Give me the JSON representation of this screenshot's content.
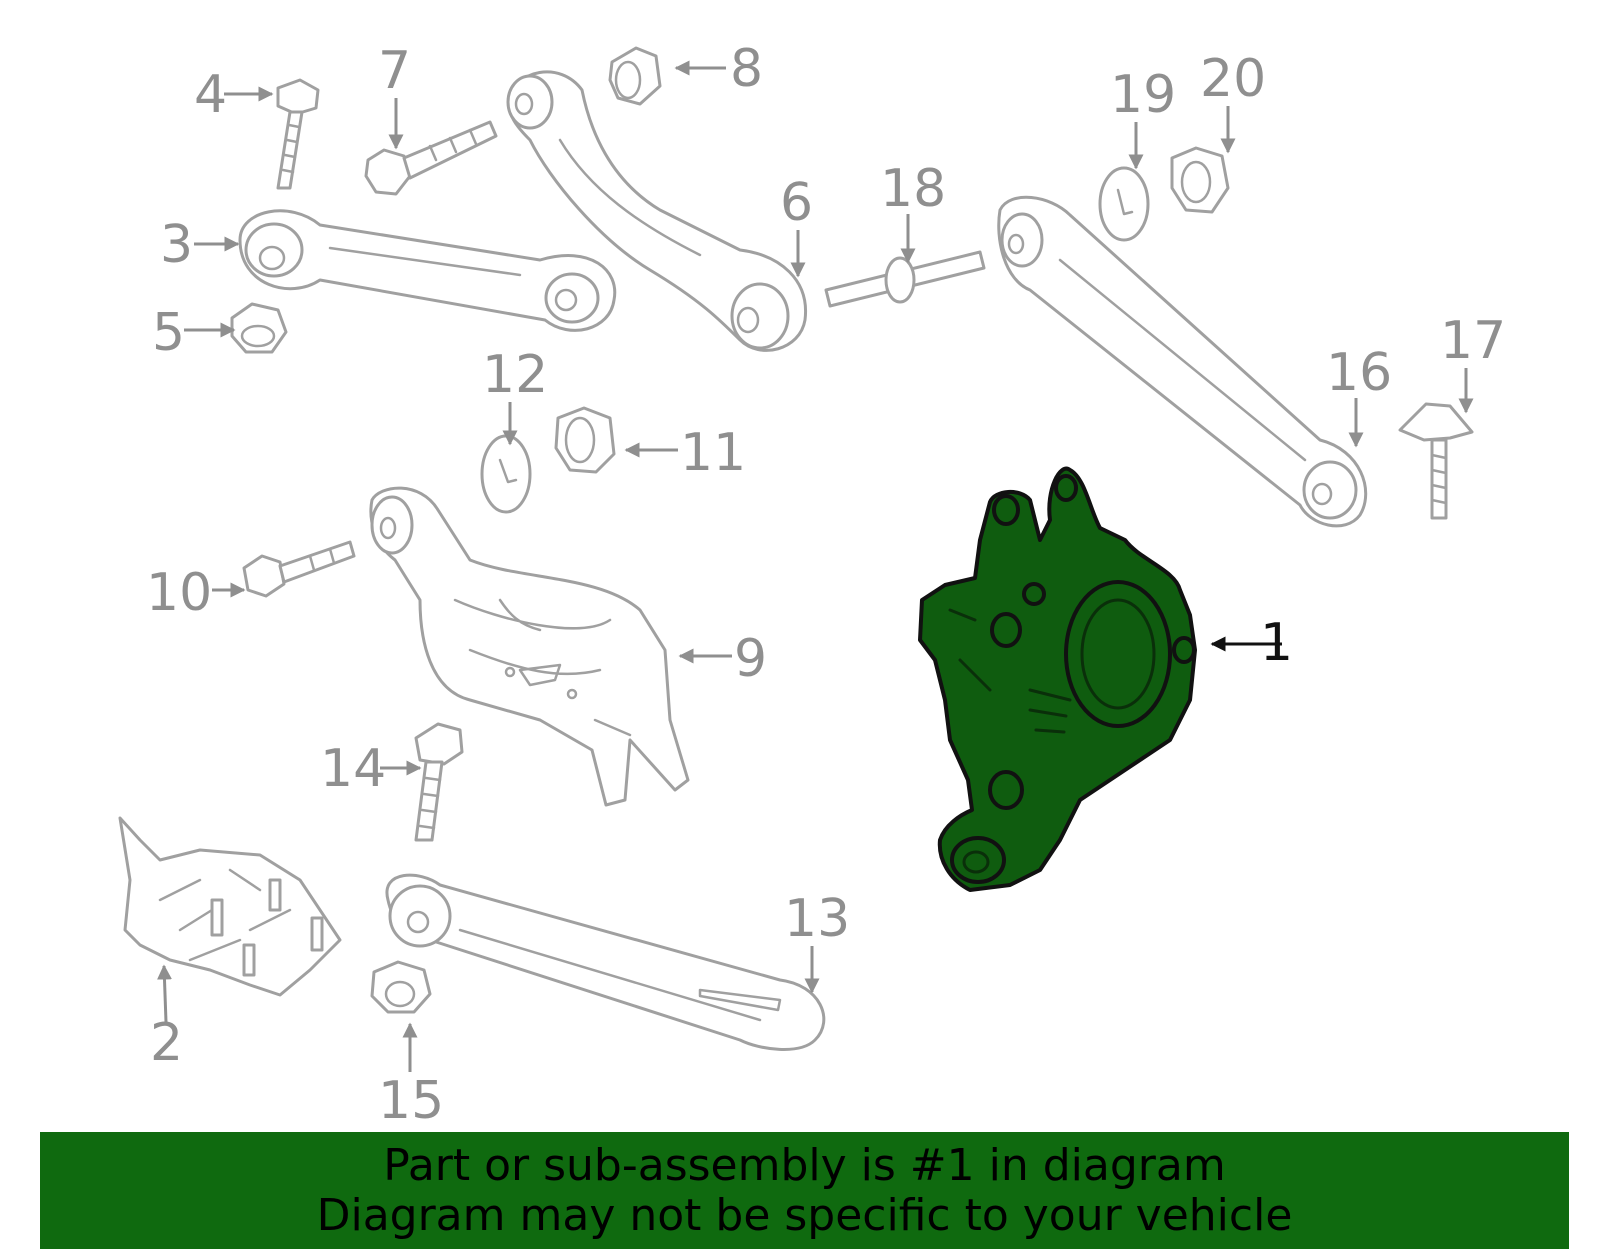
{
  "diagram": {
    "highlighted_part": "1",
    "colors": {
      "highlight_fill": "#0f5c0f",
      "outline": "#a0a0a0",
      "callout_text": "#8f8f8f",
      "banner_bg": "#0f6a0f"
    },
    "callouts": {
      "c1": "1",
      "c2": "2",
      "c3": "3",
      "c4": "4",
      "c5": "5",
      "c6": "6",
      "c7": "7",
      "c8": "8",
      "c9": "9",
      "c10": "10",
      "c11": "11",
      "c12": "12",
      "c13": "13",
      "c14": "14",
      "c15": "15",
      "c16": "16",
      "c17": "17",
      "c18": "18",
      "c19": "19",
      "c20": "20"
    }
  },
  "banner": {
    "line1": "Part or sub-assembly is #1 in diagram",
    "line2": "Diagram may not be specific to your vehicle"
  }
}
